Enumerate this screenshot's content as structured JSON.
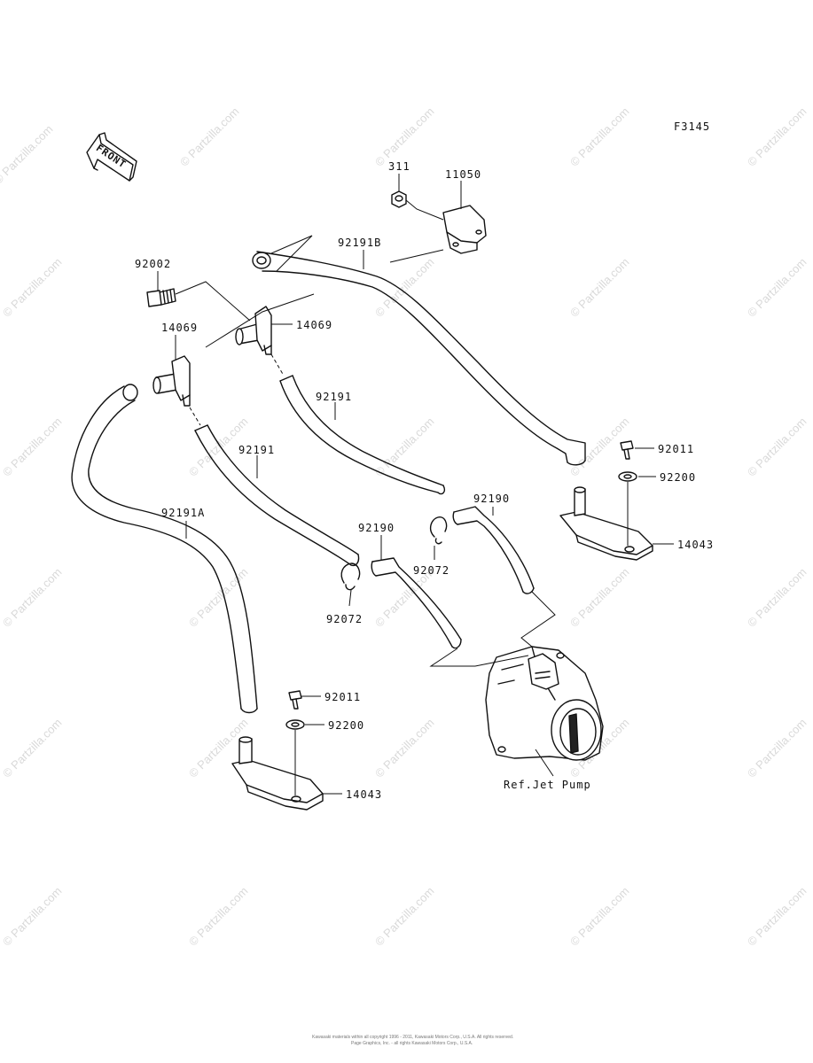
{
  "diagram_code": "F3145",
  "front_label": "FRONT",
  "labels": {
    "p311": "311",
    "p11050": "11050",
    "p92191B": "92191B",
    "p92002": "92002",
    "p14069_r": "14069",
    "p14069_l": "14069",
    "p92191_a": "92191",
    "p92191_b": "92191",
    "p92191A": "92191A",
    "p92011_r": "92011",
    "p92200_r": "92200",
    "p92190_r": "92190",
    "p92190_l": "92190",
    "p92072_r": "92072",
    "p92072_l": "92072",
    "p14043_r": "14043",
    "p92011_l": "92011",
    "p92200_l": "92200",
    "p14043_l": "14043",
    "ref_jet_pump": "Ref.Jet Pump"
  },
  "watermark": "© Partzilla.com",
  "copyright_line1": "Kawasaki materials within all copyright 1996 - 2011, Kawasaki Motors Corp., U.S.A. All rights reserved.",
  "copyright_line2": "Page Graphics, Inc. - all rights Kawasaki Motors Corp., U.S.A."
}
